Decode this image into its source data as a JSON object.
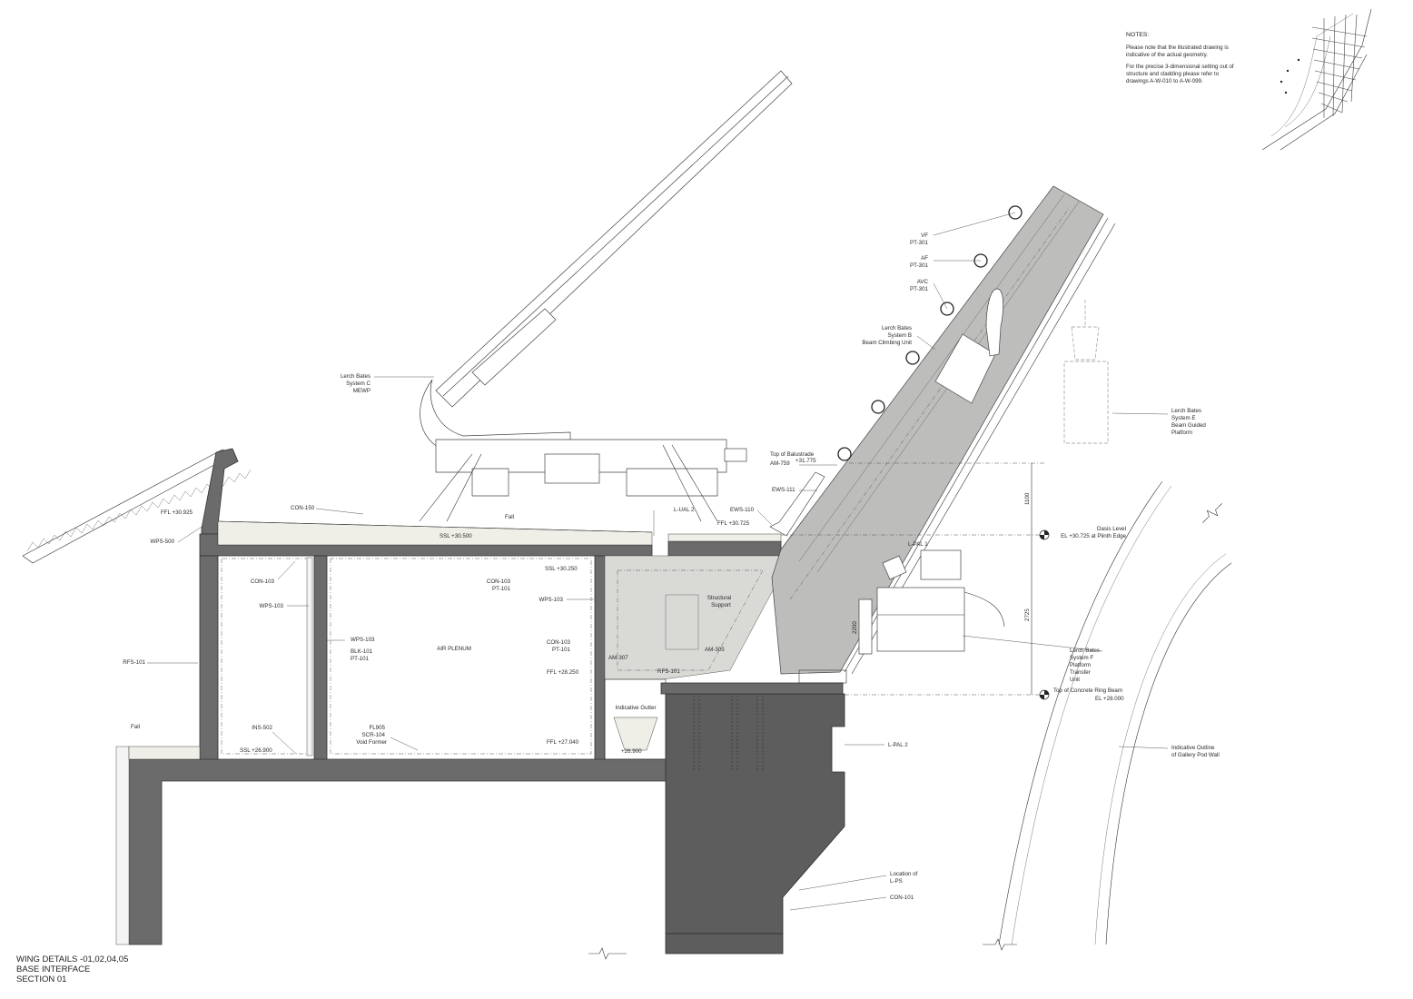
{
  "notes": {
    "heading": "NOTES:",
    "line1": "Please note that the illustrated drawing is",
    "line2": "indicative of the actual geometry.",
    "line3": "For the precise 3-dimensional setting out of",
    "line4": "structure and cladding please refer to",
    "line5": "drawings A-W-010 to A-W-099."
  },
  "title_block": {
    "line1": "WING DETAILS -01,02,04,05",
    "line2": "BASE INTERFACE",
    "line3": "SECTION 01"
  },
  "labels": {
    "vf": "VF",
    "pt301_a": "PT-301",
    "af": "AF",
    "pt301_b": "PT-301",
    "avc": "AVC",
    "pt301_c": "PT-301",
    "lerch_b1": "Lerch Bates",
    "lerch_b2": "System B",
    "lerch_b3": "Beam Climbing Unit",
    "lerch_c1": "Lerch Bates",
    "lerch_c2": "System C",
    "lerch_c3": "MEWP",
    "lerch_e1": "Lerch Bates",
    "lerch_e2": "System E",
    "lerch_e3": "Beam Guided",
    "lerch_e4": "Platform",
    "lerch_f1": "Lerch Bates",
    "lerch_f2": "System F",
    "lerch_f3": "Platform",
    "lerch_f4": "Transfer",
    "lerch_f5": "Unit",
    "top_balustrade": "Top of Balustrade",
    "am759": "AM-759",
    "lvl_31775": "+31.775",
    "ews111": "EWS-111",
    "ews110": "EWS-110",
    "ffl_30725": "FFL +30.725",
    "lual2": "L-UAL 2",
    "con150": "CON-150",
    "fall_roof": "Fall",
    "ffl_30925": "FFL +30.925",
    "wps500": "WPS-500",
    "ssl_30500": "SSL +30.500",
    "con103_a": "CON-103",
    "ssl_30250": "SSL +30.250",
    "con103_pt_a": "CON-103",
    "pt101_a": "PT-101",
    "wps103_a": "WPS-103",
    "wps103_b": "WPS-103",
    "wps103_c": "WPS-103",
    "blk101": "BLK-101",
    "pt101_b": "PT-101",
    "air_plenum": "AIR PLENUM",
    "con103_pt_b": "CON-103",
    "pt101_c": "PT-101",
    "rfs101_a": "RFS-101",
    "am307": "AM-307",
    "rfs101_b": "RFS-101",
    "am305": "AM-305",
    "structural1": "Structural",
    "structural2": "Support",
    "ffl_28250": "FFL +28.250",
    "indicative_gutter": "Indicative Gutter",
    "ins502": "INS-502",
    "ssl_26900": "SSL +26.900",
    "fl905": "FL905",
    "scr104": "SCR-104",
    "void_former": "Void Former",
    "ffl_27040": "FFL +27.040",
    "lvl_26900": "+26.900",
    "fall_left": "Fall",
    "lpal1": "L-PAL 1",
    "lpal2": "L-PAL 2",
    "oasis1": "Oasis Level",
    "oasis2": "EL +30.725 at Plinth Edge",
    "ring1": "Top of Concrete Ring Beam",
    "ring2": "EL +28.000",
    "dim_1100": "1100",
    "dim_2725": "2725",
    "dim_2200": "2200",
    "outline1": "Indicative Outline",
    "outline2": "of Gallery Pod Wall",
    "loc1": "Location of",
    "loc2": "L-PS",
    "con101": "CON-101"
  },
  "colors": {
    "concrete": "#6b6b6b",
    "glazing_band": "#bdbdbb",
    "linework": "#333333"
  }
}
